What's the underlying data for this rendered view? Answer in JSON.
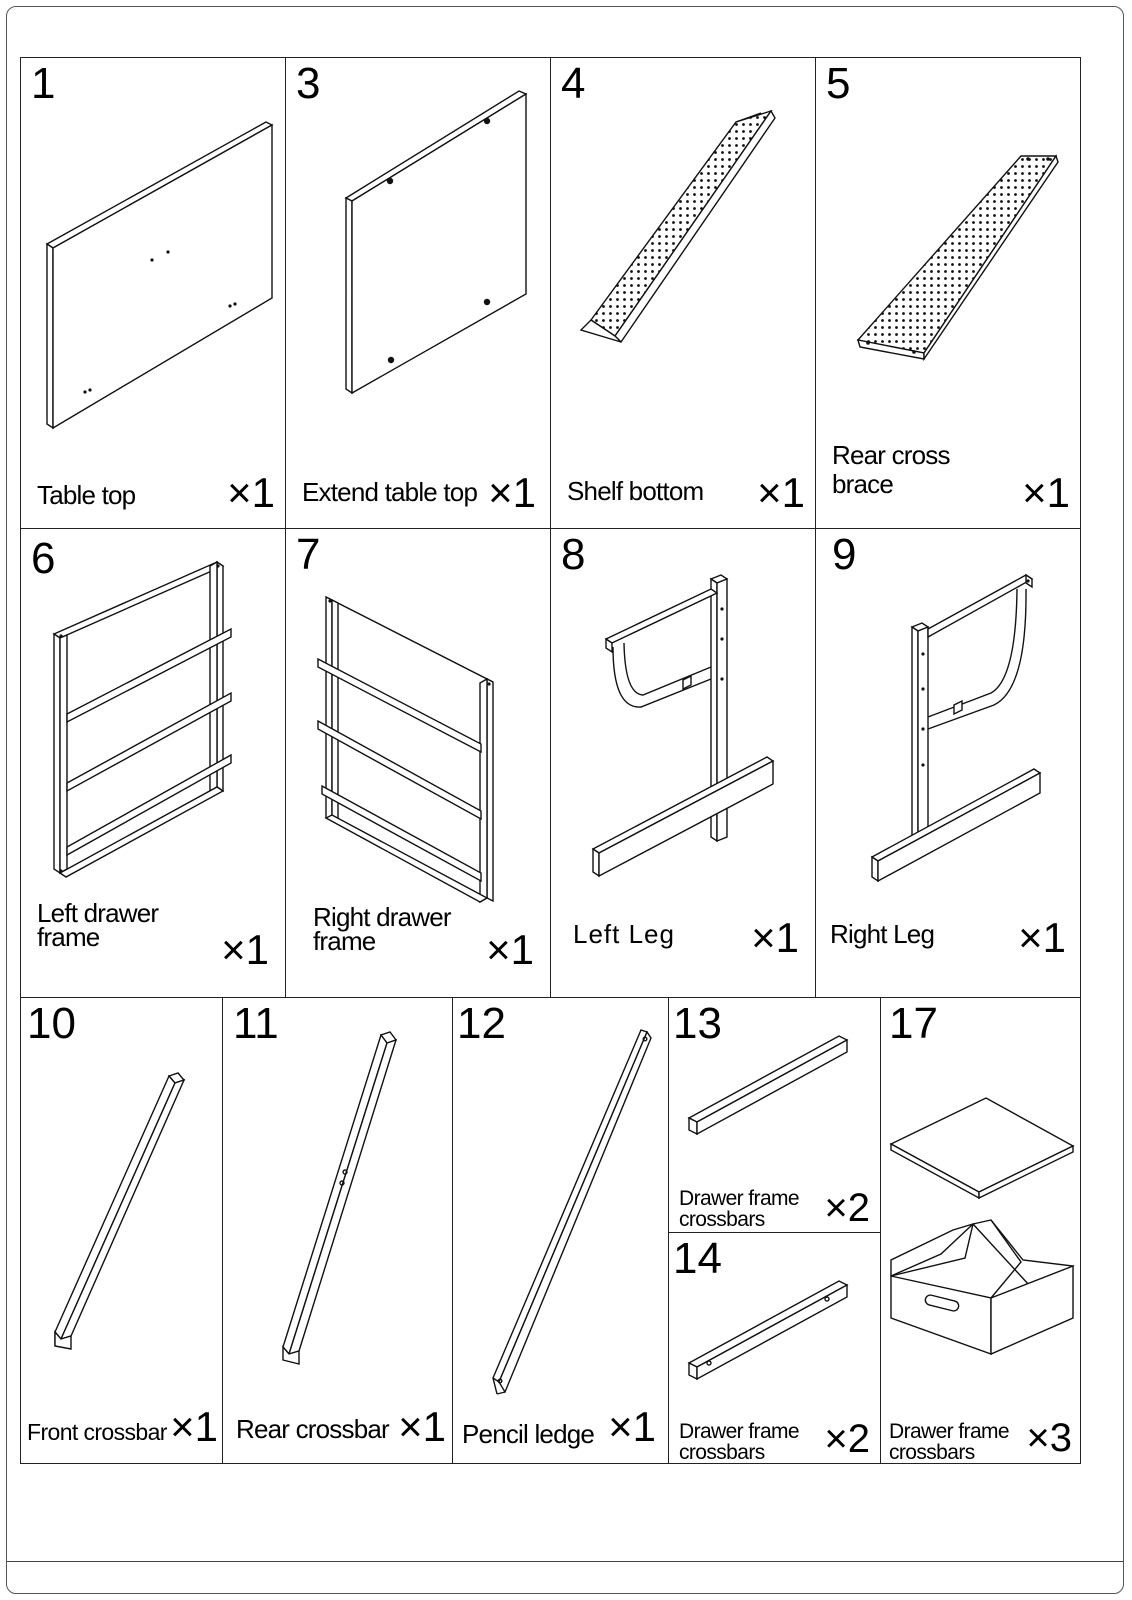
{
  "parts": [
    {
      "num": "1",
      "label": "Table top",
      "qty": "×1"
    },
    {
      "num": "3",
      "label": "Extend table top",
      "qty": "×1"
    },
    {
      "num": "4",
      "label": "Shelf bottom",
      "qty": "×1"
    },
    {
      "num": "5",
      "label_lines": [
        "Rear cross",
        "brace"
      ],
      "qty": "×1"
    },
    {
      "num": "6",
      "label_lines": [
        "Left drawer",
        "frame"
      ],
      "qty": "×1"
    },
    {
      "num": "7",
      "label_lines": [
        "Right drawer",
        "frame"
      ],
      "qty": "×1"
    },
    {
      "num": "8",
      "label": "Left  Leg",
      "qty": "×1"
    },
    {
      "num": "9",
      "label": "Right  Leg",
      "qty": "×1"
    },
    {
      "num": "10",
      "label": "Front crossbar",
      "qty": "×1"
    },
    {
      "num": "11",
      "label": "Rear crossbar",
      "qty": "×1"
    },
    {
      "num": "12",
      "label": "Pencil ledge",
      "qty": "×1"
    },
    {
      "num": "13",
      "label_lines": [
        "Drawer frame",
        "crossbars"
      ],
      "qty": "×2"
    },
    {
      "num": "14",
      "label_lines": [
        "Drawer frame",
        "crossbars"
      ],
      "qty": "×2"
    },
    {
      "num": "17",
      "label_lines": [
        "Drawer frame",
        "crossbars"
      ],
      "qty": "×3"
    }
  ]
}
